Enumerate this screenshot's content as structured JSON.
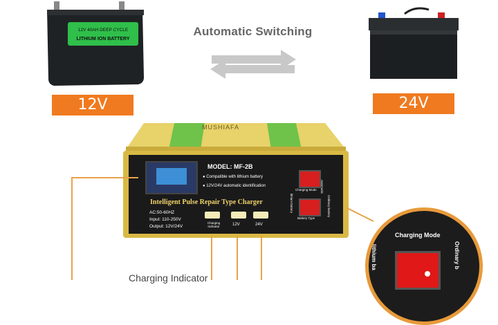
{
  "header": {
    "title": "Automatic Switching"
  },
  "left_battery": {
    "sticker_line1": "12V 40AH DEEP CYCLE",
    "sticker_line2": "LITHIUM ION BATTERY",
    "voltage_label": "12V"
  },
  "right_battery": {
    "voltage_label": "24V"
  },
  "charger": {
    "brand": "MUSHIAFA",
    "model": "MODEL: MF-2B",
    "feature1": "Compatible with lithium battery",
    "feature2": "12V/24V automatic identification",
    "product_name": "Intelligent Pulse Repair Type  Charger",
    "spec1": "AC:50-60HZ",
    "spec2": "Input: 110-250V",
    "spec3": "Output: 12V/24V",
    "indicator_labels": [
      "Charging Indicator",
      "12V",
      "24V"
    ],
    "switch1_label": "Charging Mode",
    "switch2_label": "Battery Type",
    "side_label1": "Automatic",
    "side_label2": "Ordinary battery",
    "side_label3": "lithium battery"
  },
  "zoom": {
    "mode_label": "Charging Mode",
    "left_label": "lithium ba",
    "right_label": "Ordinary b"
  },
  "bottom_caption": "Charging Indicator"
}
